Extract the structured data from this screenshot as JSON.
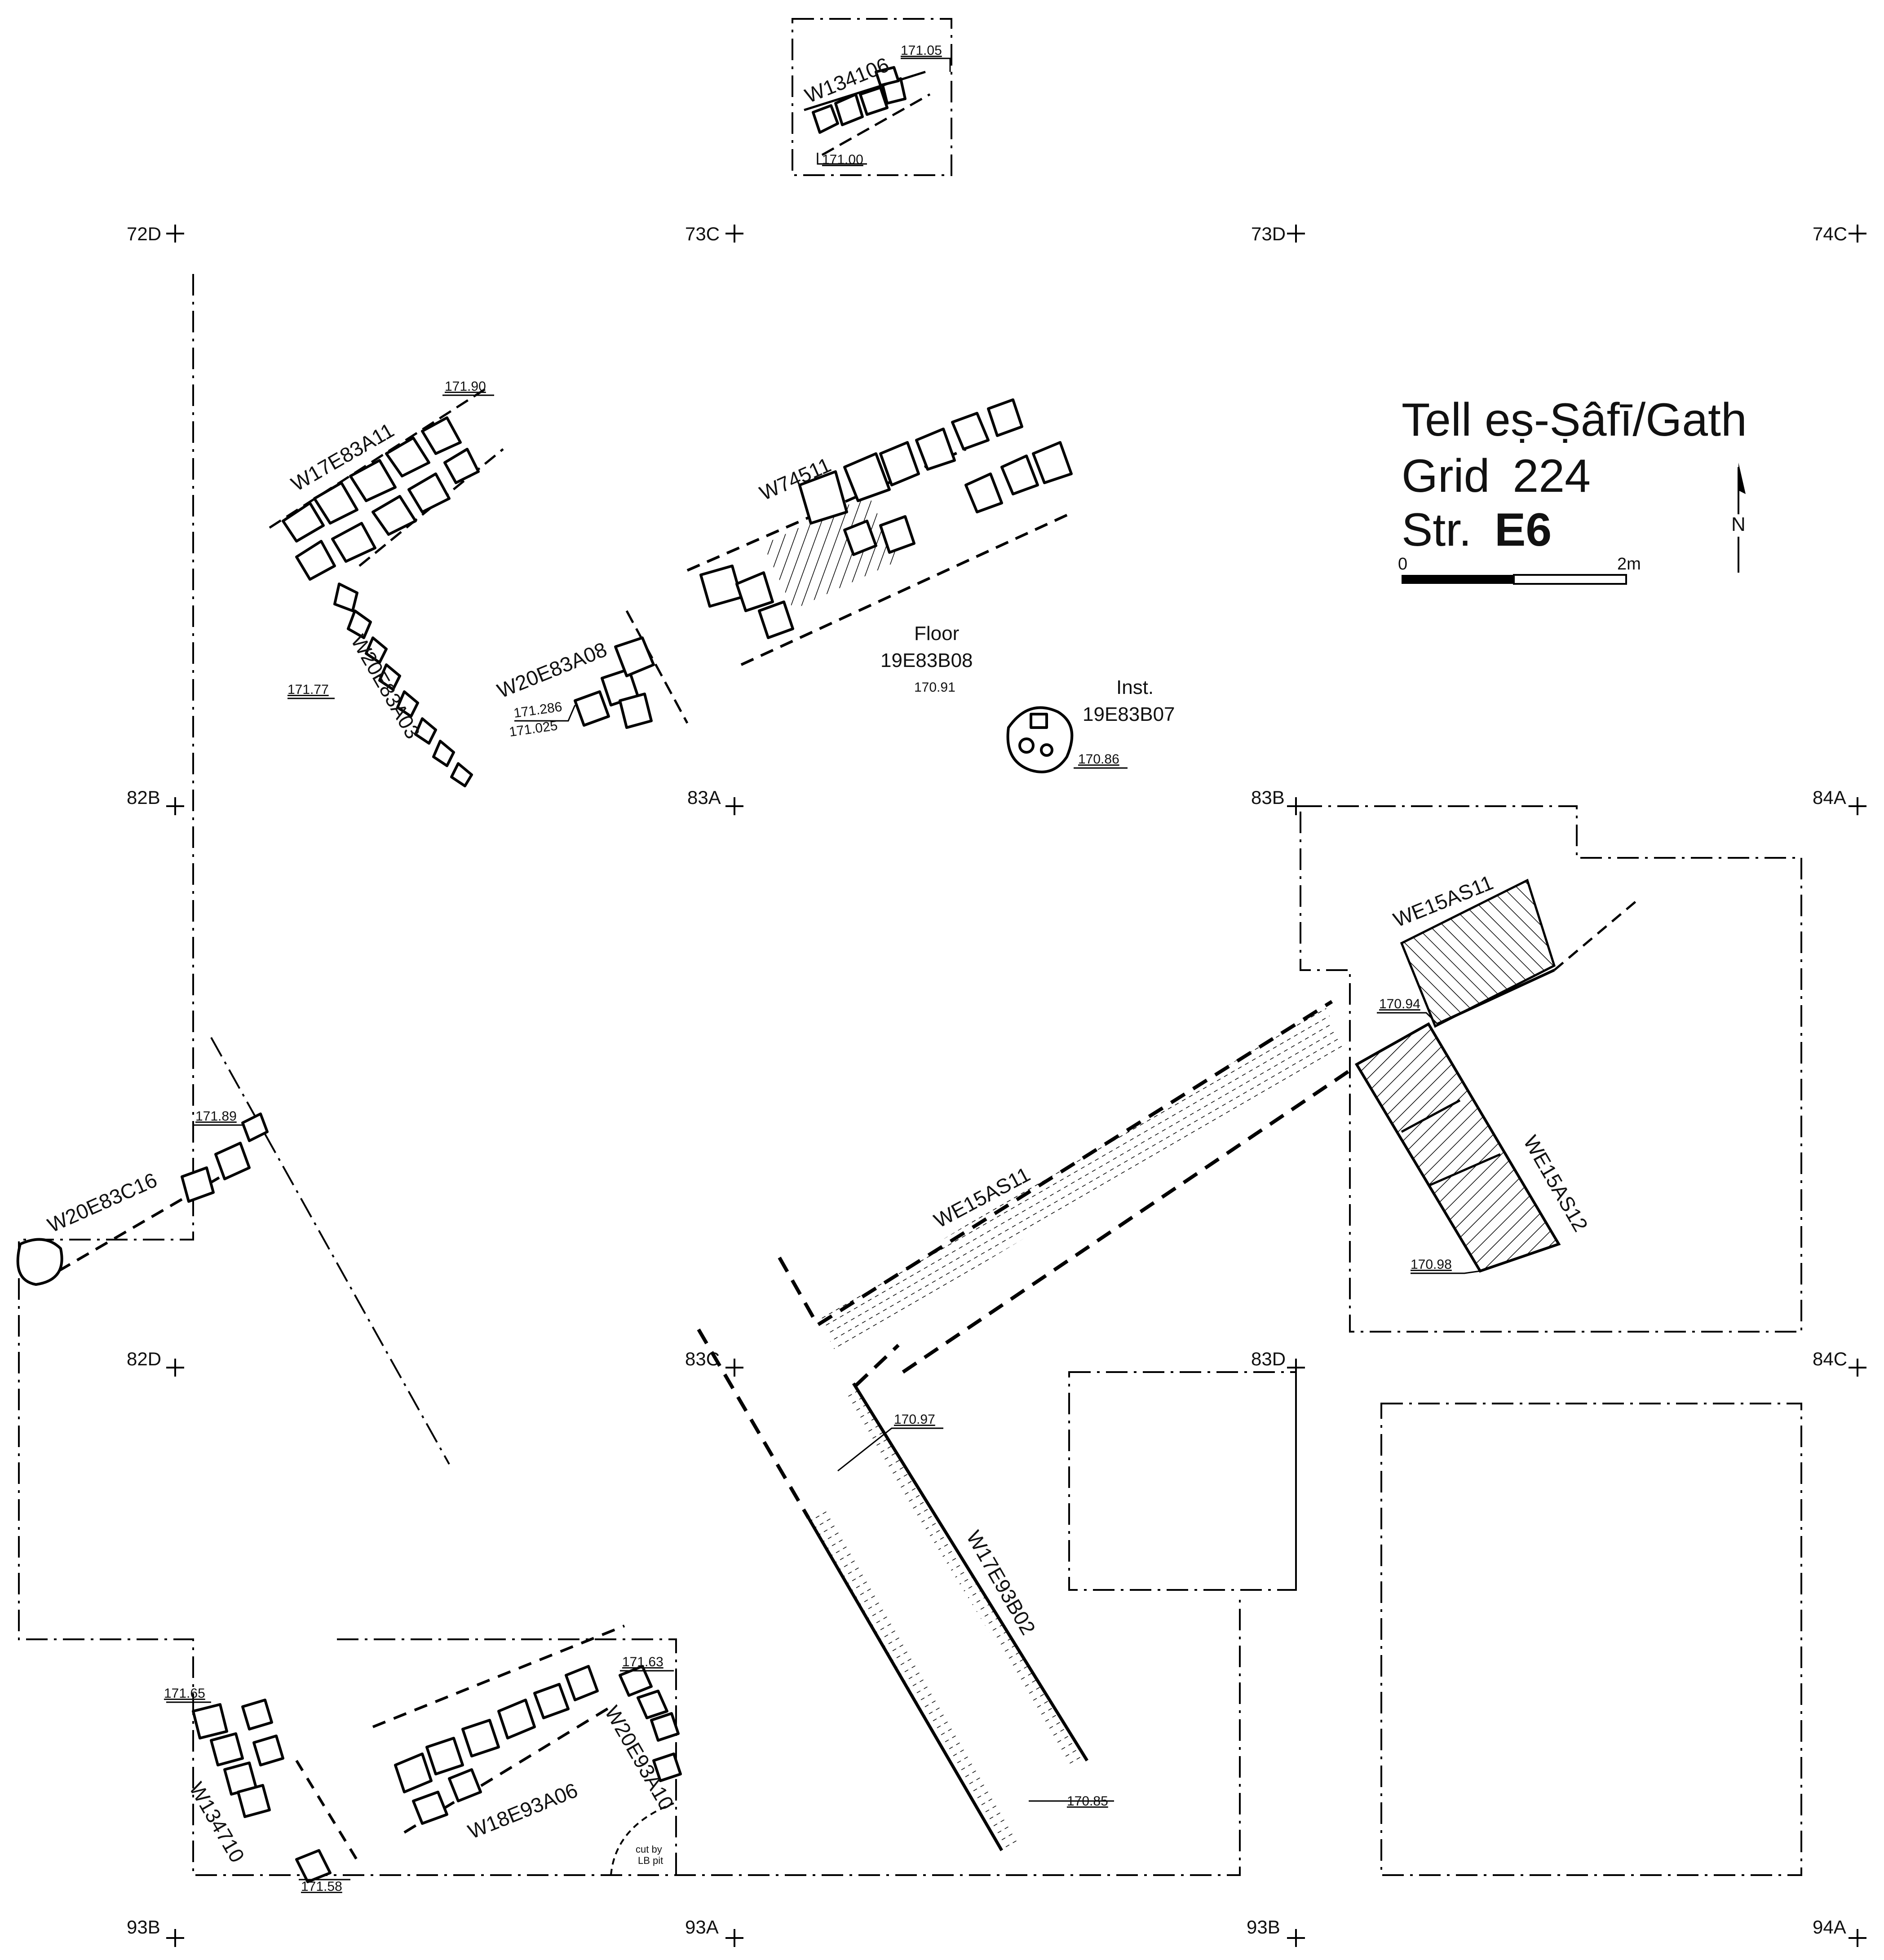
{
  "title": {
    "site": "Tell eṣ-Ṣâfī/Gath",
    "grid_prefix": "Grid",
    "grid_number": "224",
    "stratum_prefix": "Str.",
    "stratum": "E6"
  },
  "scale": {
    "start": "0",
    "end": "2m"
  },
  "north": "N",
  "grid_points": [
    "72D",
    "73C",
    "73D",
    "74C",
    "82B",
    "83A",
    "83B",
    "84A",
    "82D",
    "83C",
    "83D",
    "84C",
    "93B",
    "93A",
    "93B",
    "94A"
  ],
  "walls": [
    "W134106",
    "W17E83A11",
    "W74511",
    "W20E83A03",
    "W20E83A08",
    "WE15AS11",
    "WE15AS11",
    "WE15AS12",
    "W20E83C16",
    "W17E93B02",
    "W134710",
    "W18E93A06",
    "W20E93A10"
  ],
  "elevations": [
    "171.05",
    "171.00",
    "171.90",
    "171.77",
    "171.286",
    "171.025",
    "170.91",
    "170.86",
    "170.94",
    "170.98",
    "171.89",
    "170.97",
    "171.65",
    "171.63",
    "170.85",
    "171.58"
  ],
  "features": {
    "floor_label": "Floor",
    "floor_code": "19E83B08",
    "inst_label": "Inst.",
    "inst_code": "19E83B07",
    "cut_line1": "cut by",
    "cut_line2": "LB pit"
  }
}
